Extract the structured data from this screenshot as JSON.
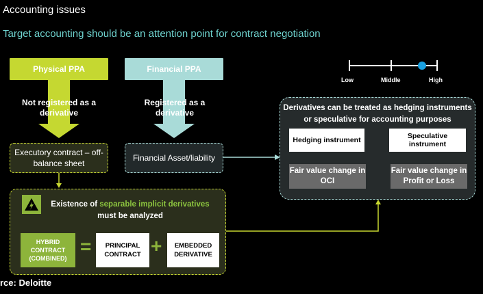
{
  "title": "Accounting issues",
  "subtitle": "Target accounting should be an attention point for contract negotiation",
  "physical_ppa": {
    "label": "Physical PPA",
    "arrow_text": "Not registered as a derivative",
    "result": "Executory contract – off-balance sheet"
  },
  "financial_ppa": {
    "label": "Financial PPA",
    "arrow_text": "Registered as a derivative",
    "result": "Financial Asset/liability"
  },
  "scale": {
    "low": "Low",
    "middle": "Middle",
    "high": "High",
    "marker_level": "high"
  },
  "derivatives": {
    "text": "Derivatives can be treated as hedging instruments or speculative for accounting purposes",
    "hedging": "Hedging instrument",
    "speculative": "Speculative instrument",
    "fv_oci": "Fair value change in OCI",
    "fv_pl": "Fair value change in Profit or Loss"
  },
  "implicit": {
    "prefix": "Existence of",
    "highlight": "separable implicit derivatives",
    "suffix": "must be analyzed",
    "hybrid": "HYBRID CONTRACT (COMBINED)",
    "equals": "=",
    "principal": "PRINCIPAL CONTRACT",
    "plus": "+",
    "embedded": "EMBEDDED DERIVATIVE"
  },
  "source": "rce: Deloitte",
  "colors": {
    "physical": "#c5d831",
    "financial": "#a9dbd8",
    "accent_green": "#8db43b",
    "scale_marker": "#1aa0e0",
    "subtitle": "#6fd3cf"
  }
}
